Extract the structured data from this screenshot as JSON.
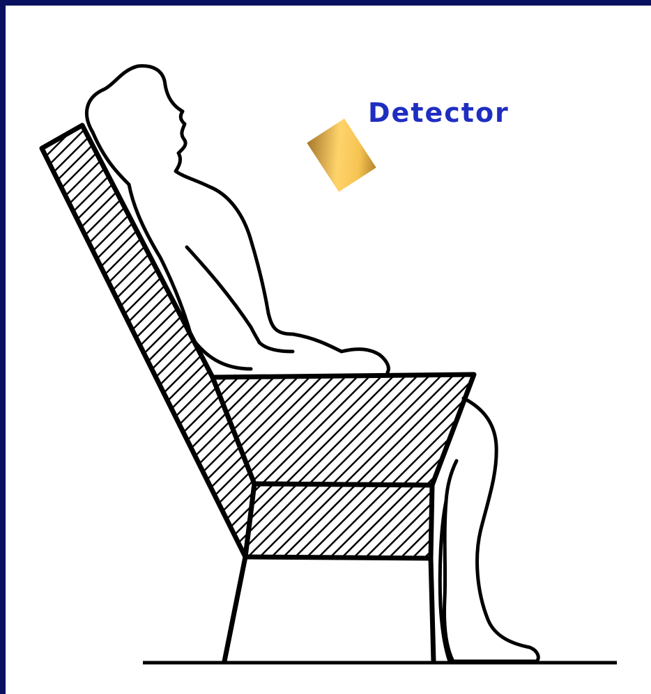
{
  "diagram": {
    "labels": {
      "detector": "Detector"
    },
    "colors": {
      "background": "#0a1060",
      "canvas": "#ffffff",
      "label": "#1f2ec0",
      "ink": "#000000",
      "detector_light": "#ffd36b",
      "detector_dark": "#a5782a"
    },
    "components": [
      "chair",
      "seated-person",
      "detector",
      "floor-line"
    ]
  }
}
